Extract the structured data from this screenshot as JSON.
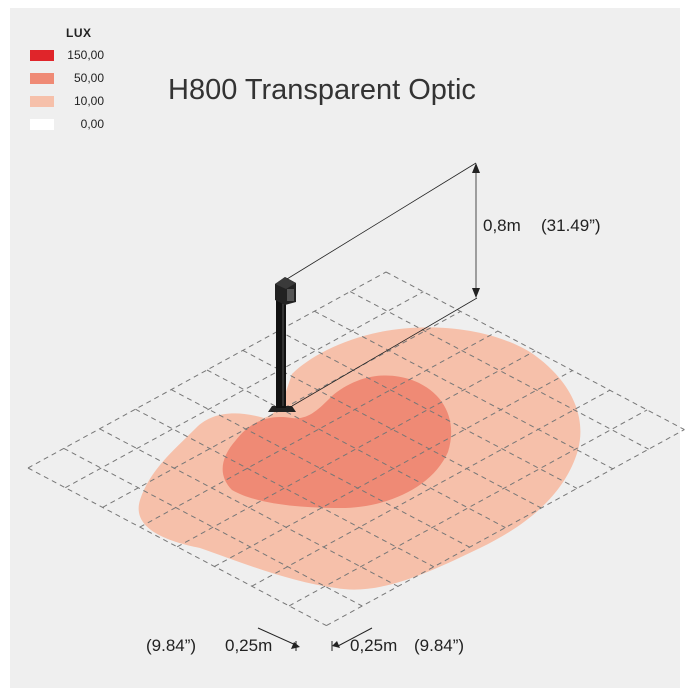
{
  "title": "H800 Transparent Optic",
  "legend": {
    "title": "LUX",
    "items": [
      {
        "label": "150,00",
        "color": "#e0252a"
      },
      {
        "label": "50,00",
        "color": "#ef8a75"
      },
      {
        "label": "10,00",
        "color": "#f6c0aa"
      },
      {
        "label": "0,00",
        "color": "#ffffff"
      }
    ]
  },
  "dimensions": {
    "height": "0,8m",
    "height_imperial": "(31.49”)",
    "grid_left": "0,25m",
    "grid_left_imperial": "(9.84”)",
    "grid_right": "0,25m",
    "grid_right_imperial": "(9.84”)"
  }
}
